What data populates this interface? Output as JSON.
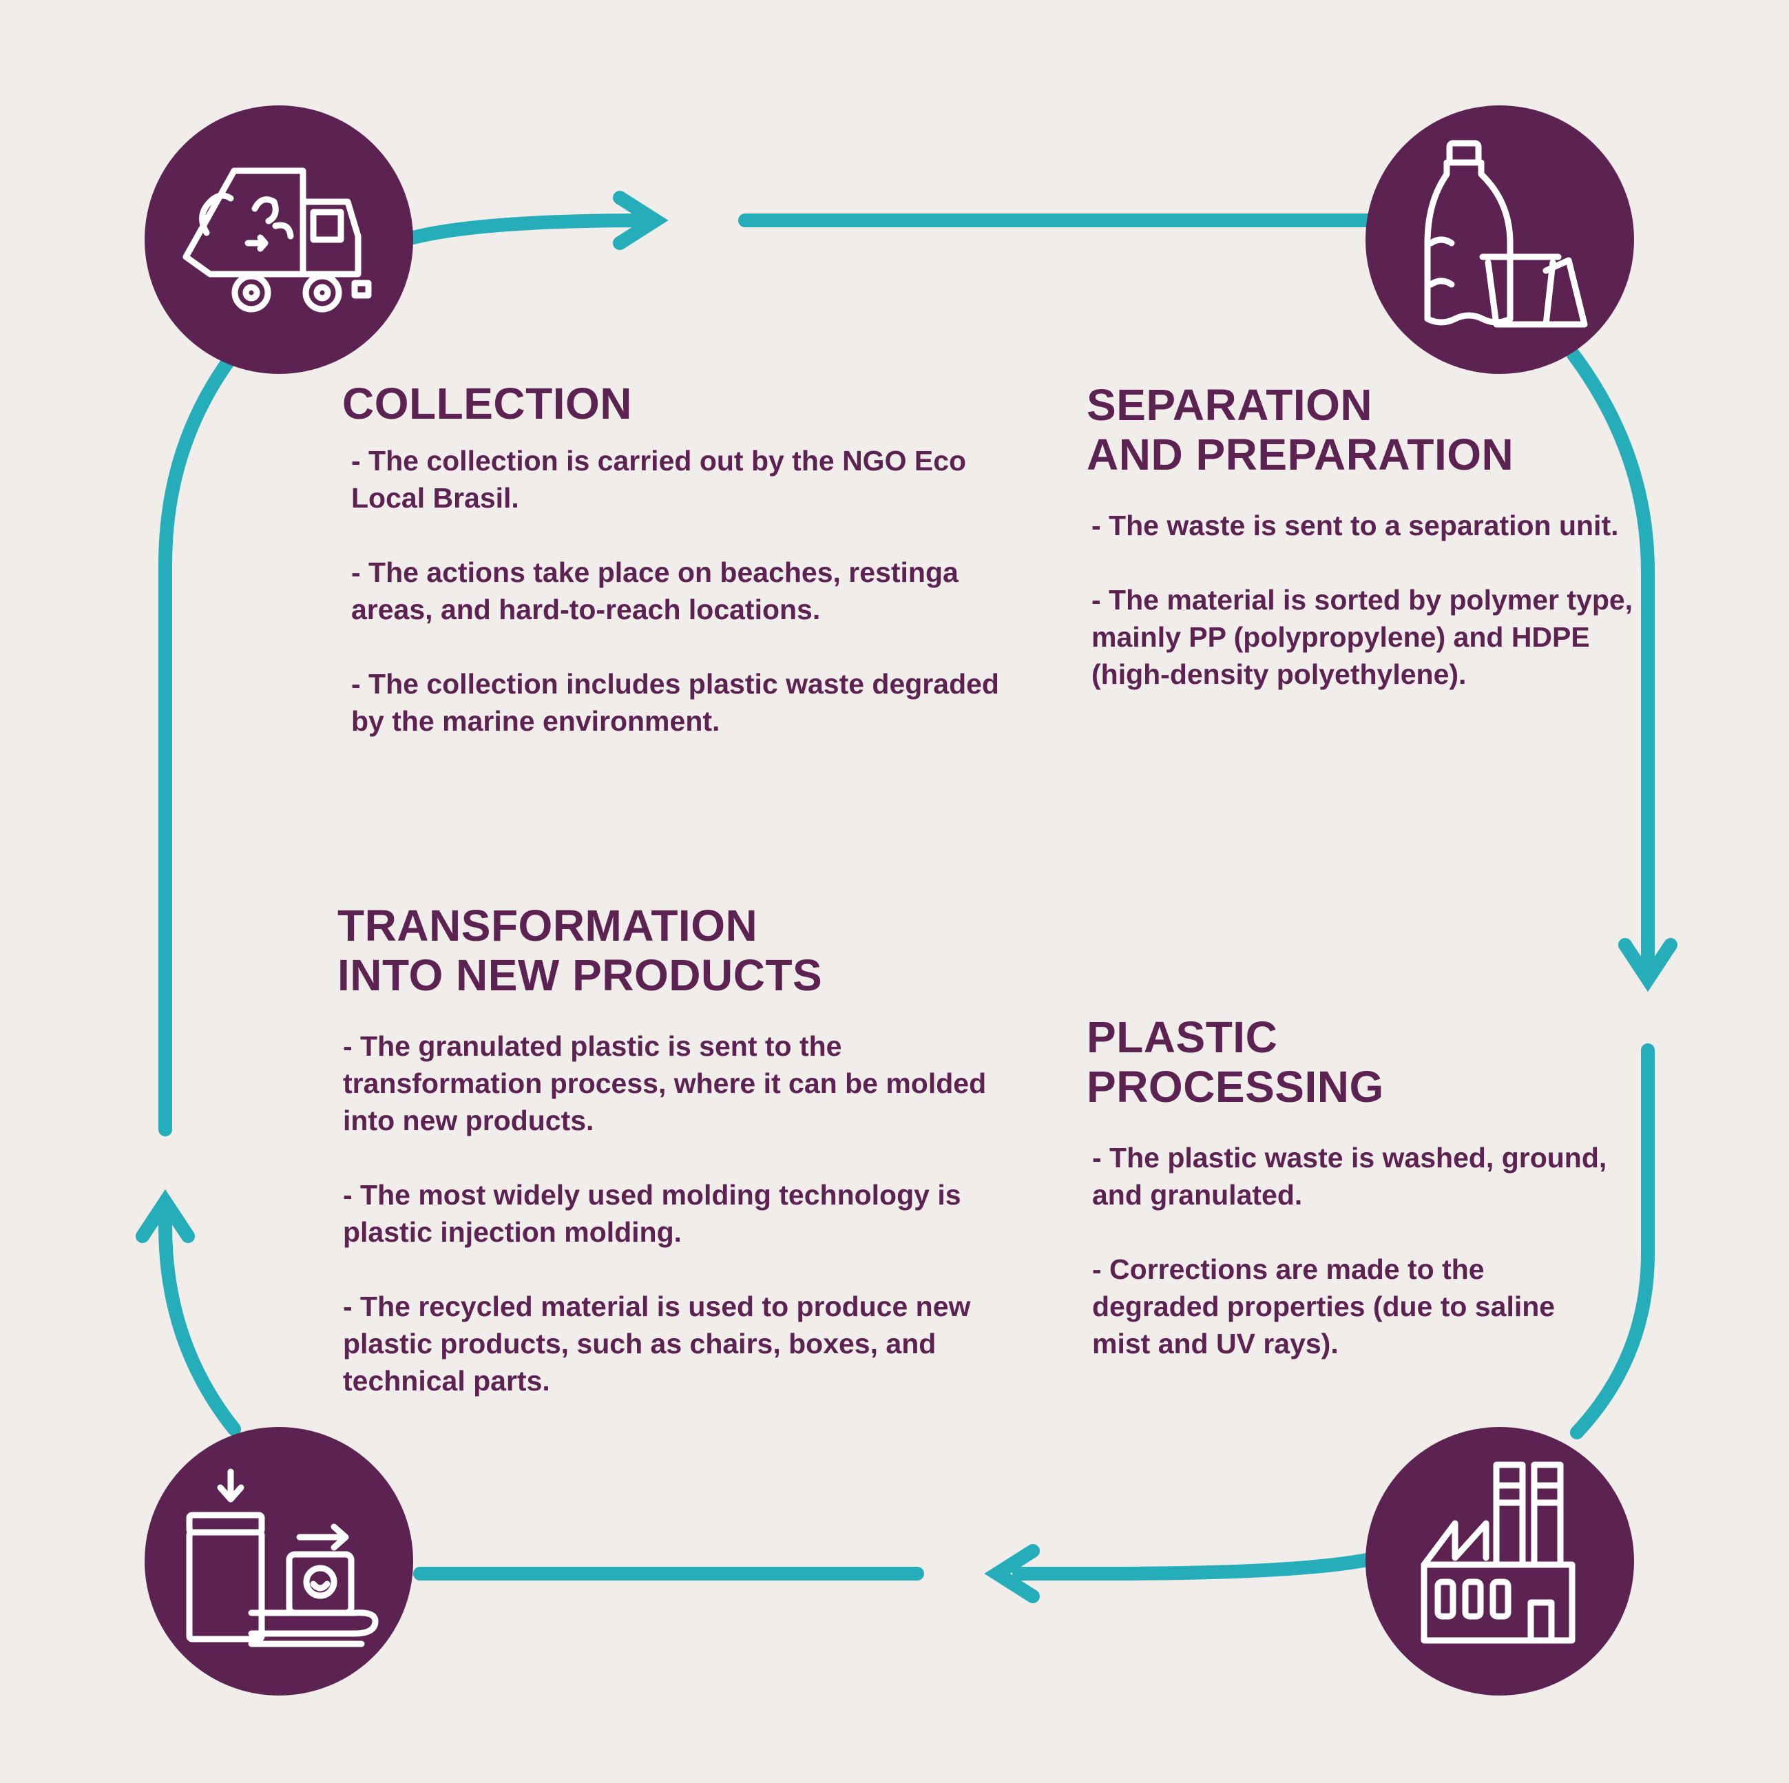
{
  "colors": {
    "background": "#f0edea",
    "circle": "#5c2352",
    "text": "#5c2352",
    "connector": "#25adb9",
    "icon_stroke": "#ffffff"
  },
  "stages": [
    {
      "id": "collection",
      "icon": "garbage-truck-icon",
      "title_lines": [
        "COLLECTION"
      ],
      "points": [
        "- The collection is carried out by the NGO Eco Local Brasil.",
        "- The actions take place on beaches, restinga areas, and hard-to-reach locations.",
        "- The collection includes plastic waste degraded by the marine environment."
      ]
    },
    {
      "id": "separation",
      "icon": "plastic-bottle-cup-icon",
      "title_lines": [
        "SEPARATION",
        "AND PREPARATION"
      ],
      "points": [
        "- The waste is sent to a separation unit.",
        "- The material is sorted by polymer type, mainly PP (polypropylene) and HDPE (high-density polyethylene)."
      ]
    },
    {
      "id": "processing",
      "icon": "factory-icon",
      "title_lines": [
        "PLASTIC",
        "PROCESSING"
      ],
      "points": [
        "- The plastic waste is washed, ground, and granulated.",
        "- Corrections are made to the degraded properties (due to saline mist and UV rays)."
      ]
    },
    {
      "id": "transformation",
      "icon": "molding-conveyor-icon",
      "title_lines": [
        "TRANSFORMATION",
        "INTO NEW PRODUCTS"
      ],
      "points": [
        "- The granulated plastic is sent to the transformation process, where it can be molded into new products.",
        "- The most widely used molding technology is plastic injection molding.",
        "- The recycled material is used to produce new plastic products, such as chairs, boxes, and technical parts."
      ]
    }
  ]
}
